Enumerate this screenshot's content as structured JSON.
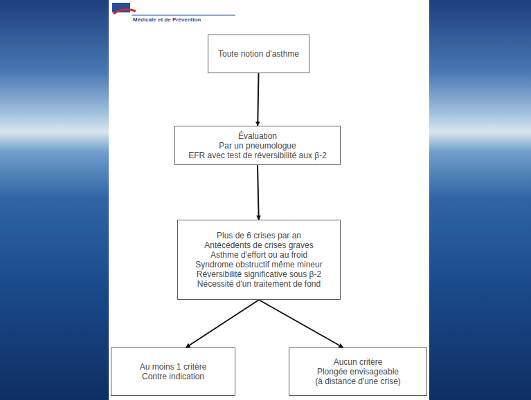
{
  "diagram": {
    "nodes": [
      {
        "text": [
          "Toute notion d'asthme"
        ]
      },
      {
        "text": [
          "Évaluation",
          "Par un pneumologue",
          "EFR avec test de réversibilité aux β-2"
        ]
      },
      {
        "text": [
          "Plus de 6 crises par an",
          "Antécédents de crises graves",
          "Asthme d'effort ou au froid",
          "Syndrome obstructif même mineur",
          "Réversibilité significative sous β-2",
          "Nécessité d'un traitement de fond"
        ]
      },
      {
        "text": [
          "Au moins 1 critère",
          "Contre indication"
        ]
      },
      {
        "text": [
          "Aucun critère",
          "Plongée envisageable",
          "(à distance d'une crise)"
        ]
      }
    ],
    "edges": [
      {
        "from": 0,
        "to": 1,
        "arrow": "to"
      },
      {
        "from": 1,
        "to": 2,
        "arrow": "to"
      },
      {
        "from": 2,
        "to": 3,
        "arrow": "to"
      },
      {
        "from": 2,
        "to": 4,
        "arrow": "to"
      }
    ],
    "labels": [
      "Médicale et de Prévention"
    ]
  }
}
